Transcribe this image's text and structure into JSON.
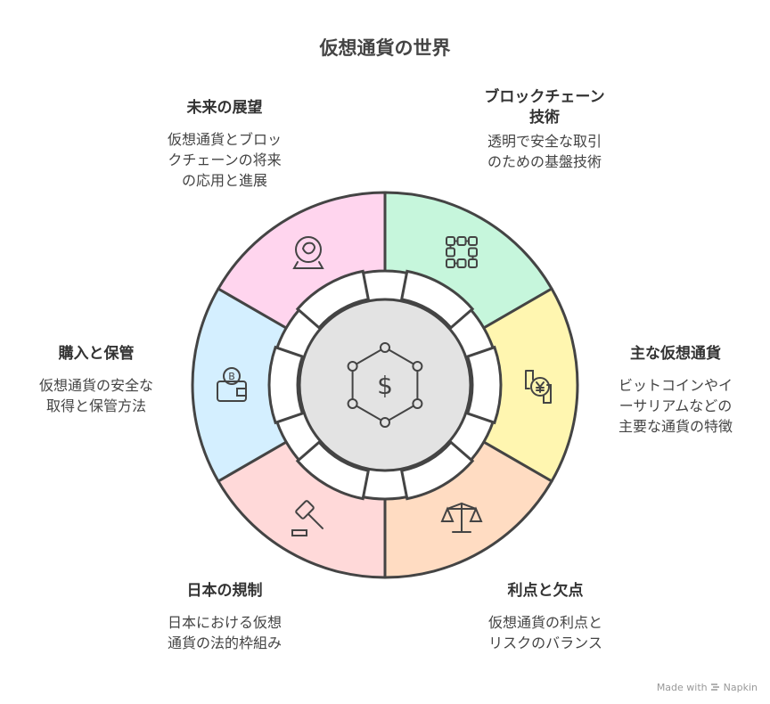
{
  "title": "仮想通貨の世界",
  "segments": [
    {
      "title": "ブロックチェーン技術",
      "title_lines": [
        "ブロックチェーン",
        "技術"
      ],
      "description_lines": [
        "透明で安全な取引",
        "のための基盤技術"
      ],
      "icon": "blockchain-blocks-icon",
      "color": "#c6f6dc"
    },
    {
      "title": "主な仮想通貨",
      "title_lines": [
        "主な仮想通貨"
      ],
      "description_lines": [
        "ビットコインやイ",
        "ーサリアムなどの",
        "主要な通貨の特徴"
      ],
      "icon": "yen-coin-exchange-icon",
      "color": "#fff6b0"
    },
    {
      "title": "利点と欠点",
      "title_lines": [
        "利点と欠点"
      ],
      "description_lines": [
        "仮想通貨の利点と",
        "リスクのバランス"
      ],
      "icon": "balance-scale-icon",
      "color": "#ffdcc2"
    },
    {
      "title": "日本の規制",
      "title_lines": [
        "日本の規制"
      ],
      "description_lines": [
        "日本における仮想",
        "通貨の法的枠組み"
      ],
      "icon": "gavel-icon",
      "color": "#ffd9d9"
    },
    {
      "title": "購入と保管",
      "title_lines": [
        "購入と保管"
      ],
      "description_lines": [
        "仮想通貨の安全な",
        "取得と保管方法"
      ],
      "icon": "bitcoin-wallet-icon",
      "color": "#d4efff"
    },
    {
      "title": "未来の展望",
      "title_lines": [
        "未来の展望"
      ],
      "description_lines": [
        "仮想通貨とブロッ",
        "クチェーンの将来",
        "の応用と進展"
      ],
      "icon": "crystal-ball-icon",
      "color": "#ffd5ee"
    }
  ],
  "center": {
    "icon": "dollar-network-icon",
    "color": "#e3e3e3"
  },
  "credit": {
    "text": "Made with",
    "brand": "Napkin",
    "icon": "napkin-logo-icon"
  }
}
